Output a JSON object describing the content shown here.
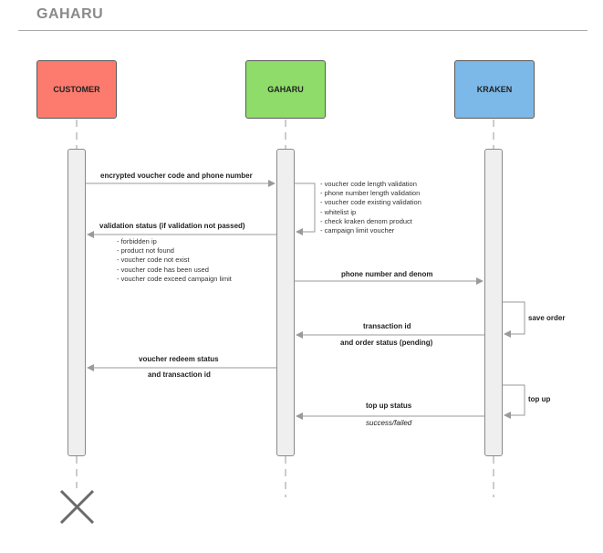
{
  "title": "GAHARU",
  "actors": {
    "customer": "CUSTOMER",
    "gaharu": "GAHARU",
    "kraken": "KRAKEN"
  },
  "messages": {
    "m1": "encrypted voucher code and phone number",
    "m2": "validation status (if validation not passed)",
    "m3": "phone number and denom",
    "m4a": "transaction id",
    "m4b": "and order status (pending)",
    "m5a": "voucher redeem status",
    "m5b": "and transaction id",
    "m6a": "top up status",
    "m6b": "success/failed",
    "self_save": "save order",
    "self_topup": "top up"
  },
  "validation_notes": [
    "- voucher code length validation",
    "- phone number length validation",
    "- voucher code existing validation",
    "- whitelist ip",
    "- check kraken denom product",
    "- campaign limit voucher"
  ],
  "error_notes": [
    "- forbidden ip",
    "- product not found",
    "- voucher code not exist",
    "- voucher code has been used",
    "- voucher code exceed campaign limit"
  ]
}
